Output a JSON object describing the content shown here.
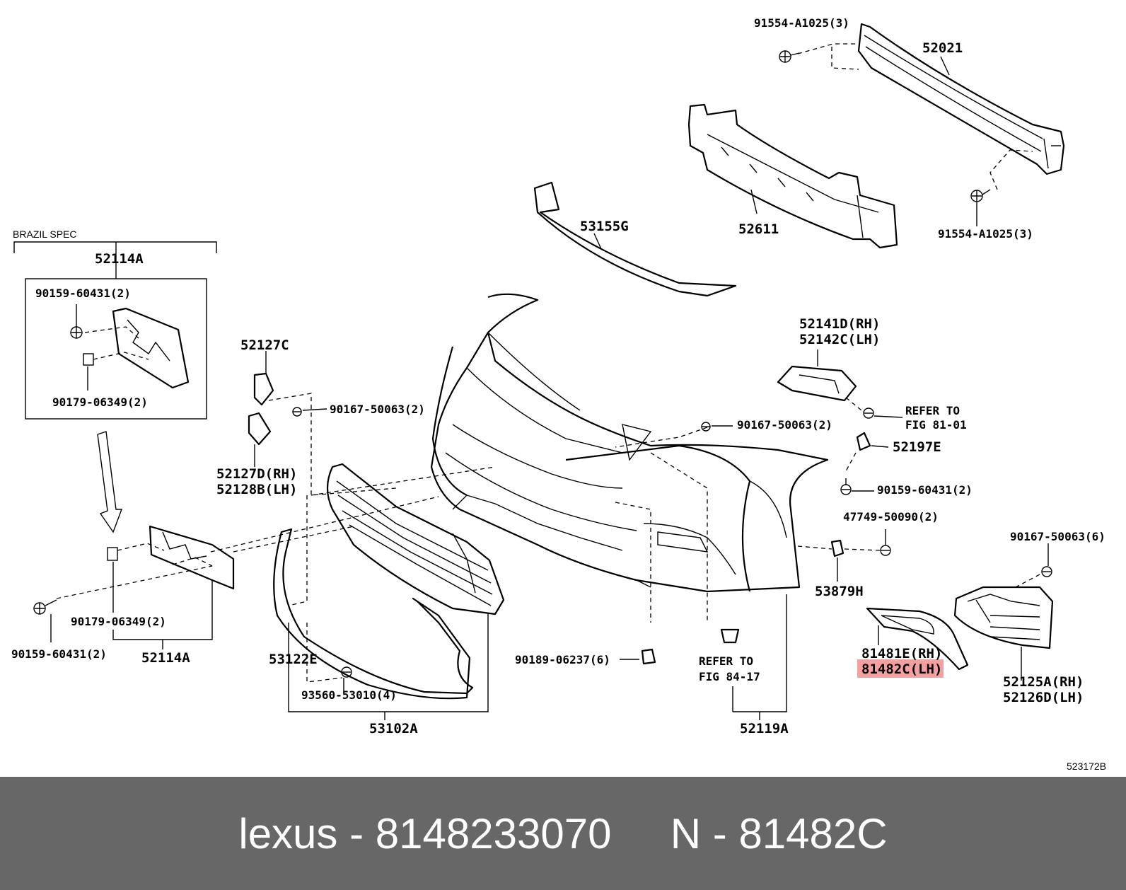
{
  "diagram": {
    "labels": {
      "p52021": "52021",
      "p91554_top": "91554-A1025(3)",
      "p91554_right": "91554-A1025(3)",
      "p53155G": "53155G",
      "p52611": "52611",
      "brazil_spec": "BRAZIL SPEC",
      "p52114A_top": "52114A",
      "p90159_box": "90159-60431(2)",
      "p90179_box": "90179-06349(2)",
      "p52127C": "52127C",
      "p90167_left": "90167-50063(2)",
      "p52127D": "52127D(RH)",
      "p52128B": "52128B(LH)",
      "p52141D": "52141D(RH)",
      "p52142C": "52142C(LH)",
      "refer_81_a": "REFER TO",
      "refer_81_b": "FIG 81-01",
      "p90167_mid": "90167-50063(2)",
      "p52197E": "52197E",
      "p90159_right": "90159-60431(2)",
      "p47749": "47749-50090(2)",
      "p53879H": "53879H",
      "p90167_right": "90167-50063(6)",
      "p81481E": "81481E(RH)",
      "p81482C": "81482C(LH)",
      "p52125A": "52125A(RH)",
      "p52126D": "52126D(LH)",
      "p90179_bottom": "90179-06349(2)",
      "p90159_bottom": "90159-60431(2)",
      "p52114A_bottom": "52114A",
      "p53122E": "53122E",
      "p90189": "90189-06237(6)",
      "refer_84_a": "REFER TO",
      "refer_84_b": "FIG 84-17",
      "p93560": "93560-53010(4)",
      "p53102A": "53102A",
      "p52119A": "52119A",
      "ref_code": "523172B"
    },
    "highlight_color": "#f2a0a0"
  },
  "footer": {
    "text": "lexus - 8148233070     N - 81482C",
    "background": "#676767"
  }
}
